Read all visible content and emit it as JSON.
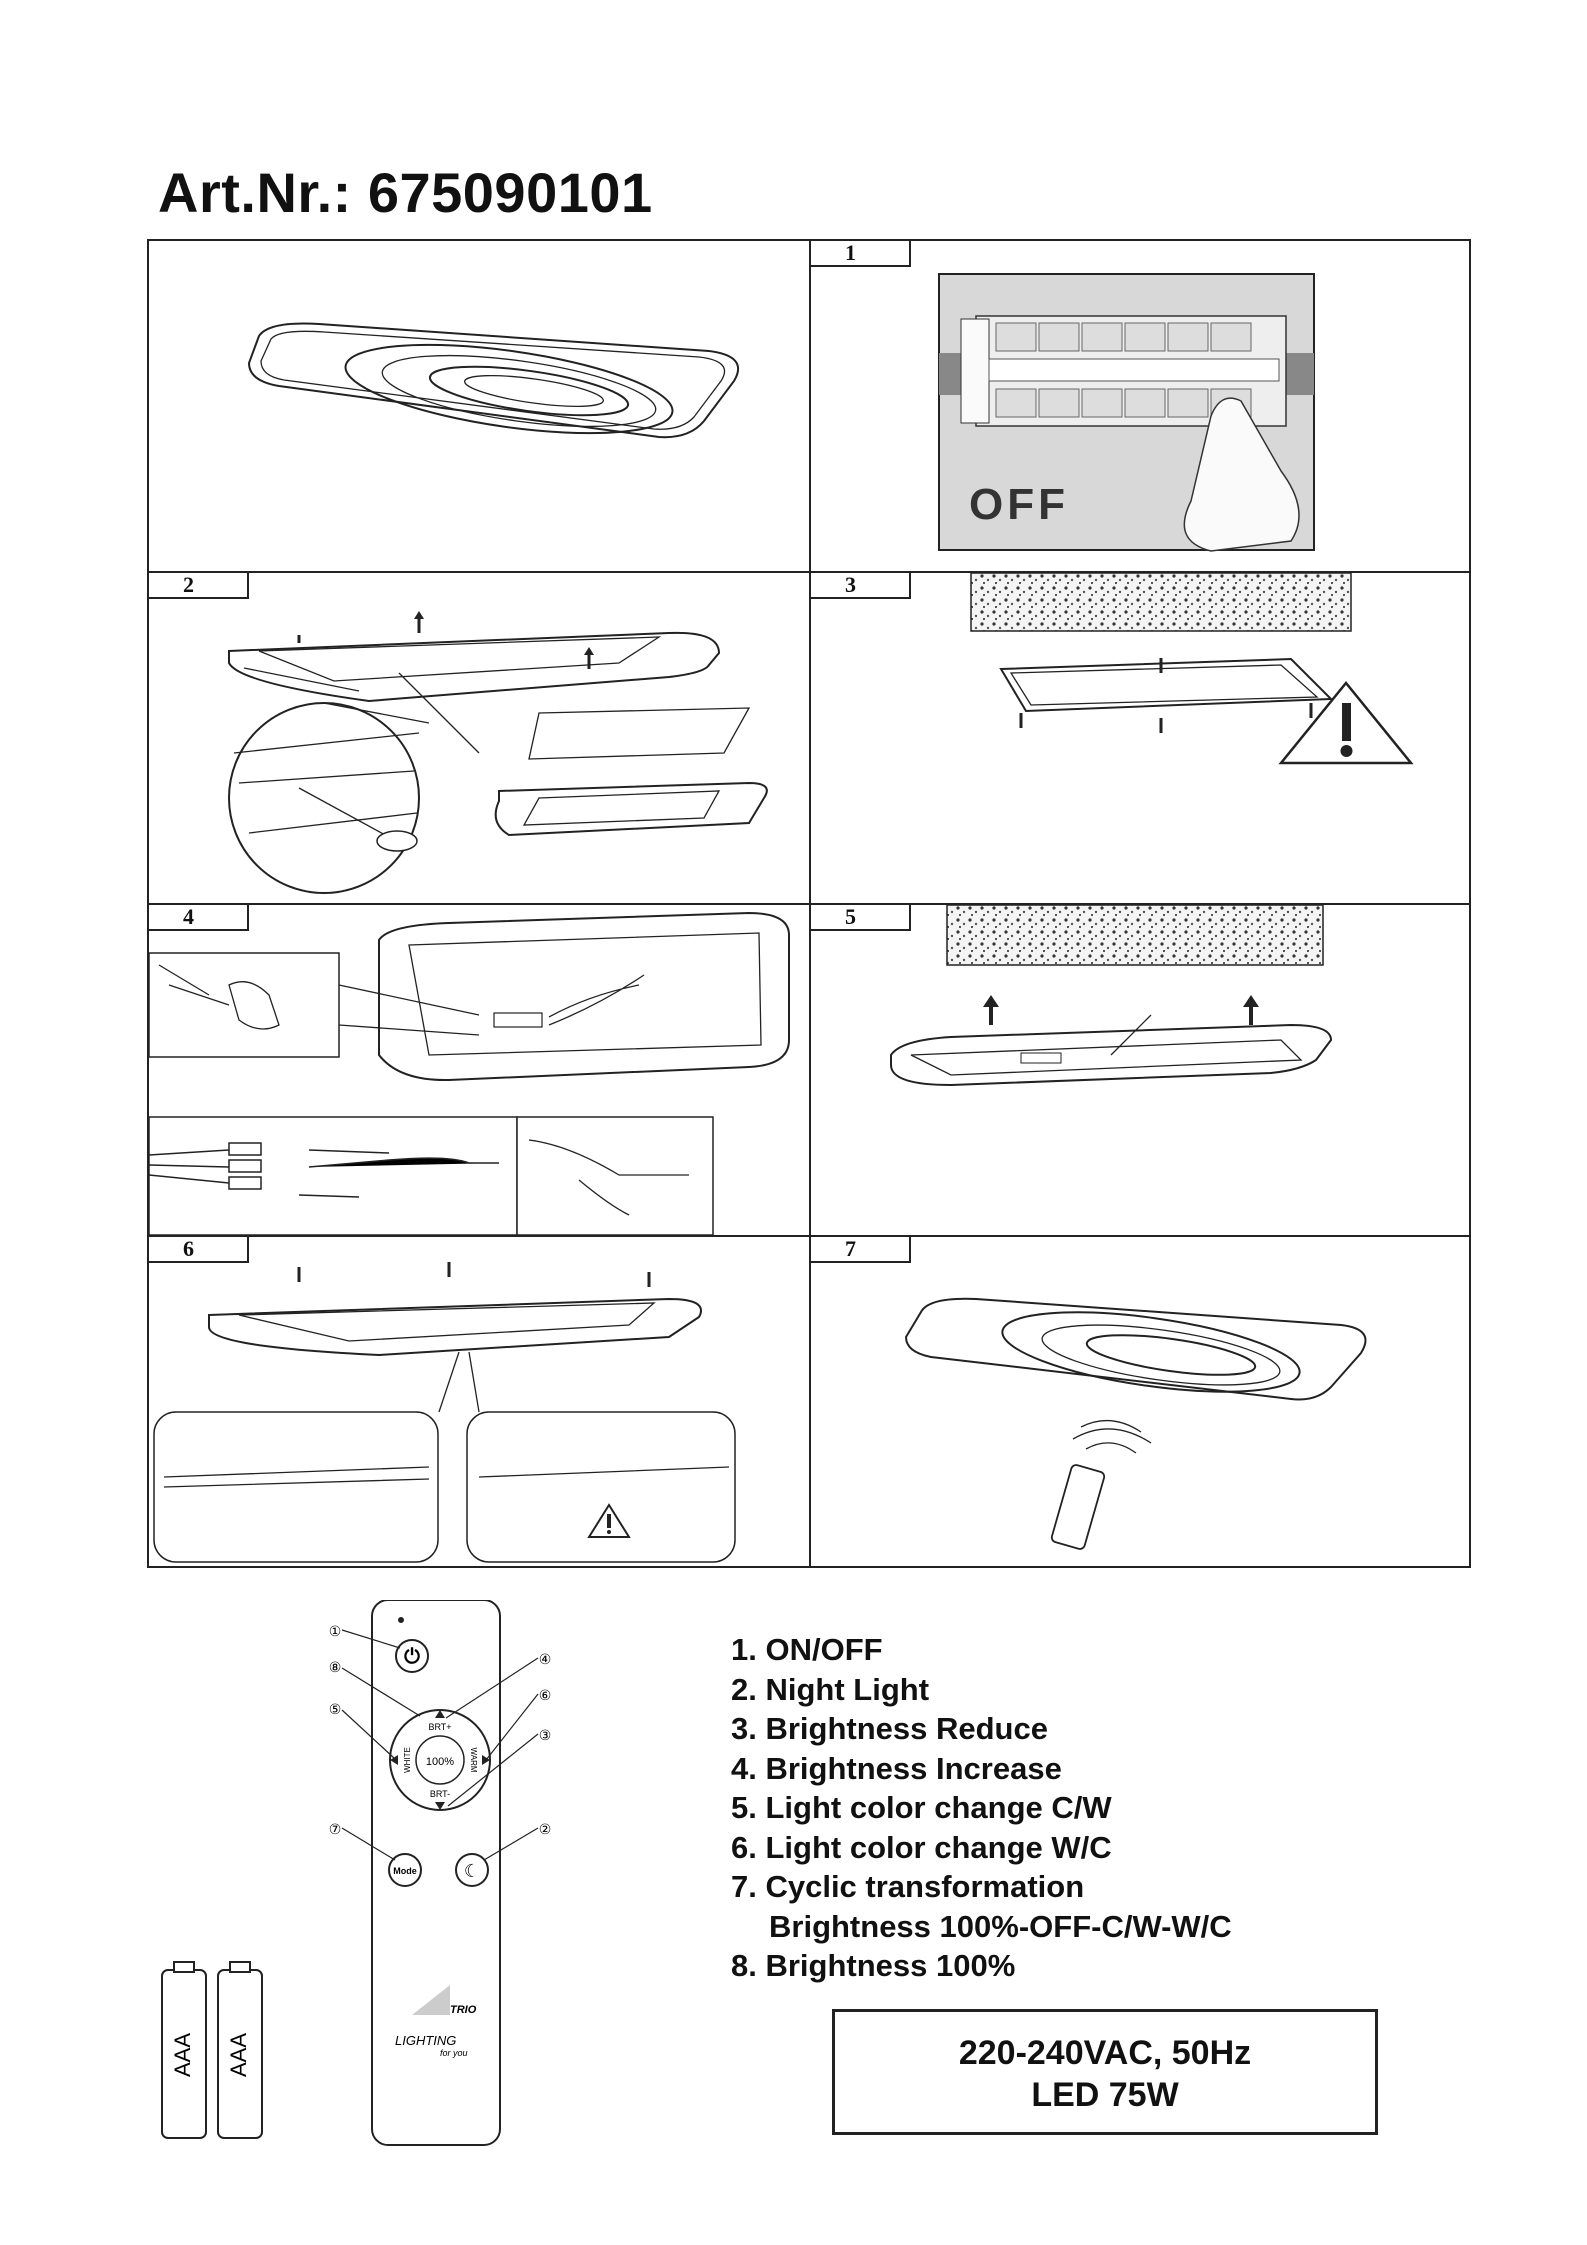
{
  "header": {
    "title": "Art.Nr.: 675090101"
  },
  "steps": [
    {
      "id": "overview",
      "label": ""
    },
    {
      "id": "1",
      "label": "1",
      "caption": "OFF"
    },
    {
      "id": "2",
      "label": "2"
    },
    {
      "id": "3",
      "label": "3"
    },
    {
      "id": "4",
      "label": "4"
    },
    {
      "id": "5",
      "label": "5"
    },
    {
      "id": "6",
      "label": "6"
    },
    {
      "id": "7",
      "label": "7"
    }
  ],
  "remote": {
    "callouts": [
      "①",
      "②",
      "③",
      "④",
      "⑤",
      "⑥",
      "⑦",
      "⑧"
    ],
    "center_label": "100%",
    "brt_plus": "BRT+",
    "brt_minus": "BRT-",
    "white": "WHITE",
    "warm": "WARM",
    "mode": "Mode",
    "brand_top": "TRIO",
    "brand_bottom": "LIGHTING",
    "brand_tag": "for you",
    "battery": "AAA"
  },
  "legend": [
    "1. ON/OFF",
    "2. Night Light",
    "3. Brightness Reduce",
    "4. Brightness Increase",
    "5. Light color change C/W",
    "6. Light color change W/C",
    "7. Cyclic transformation",
    "Brightness 100%-OFF-C/W-W/C",
    "8. Brightness 100%"
  ],
  "spec": {
    "voltage": "220-240VAC, 50Hz",
    "power": "LED 75W"
  }
}
